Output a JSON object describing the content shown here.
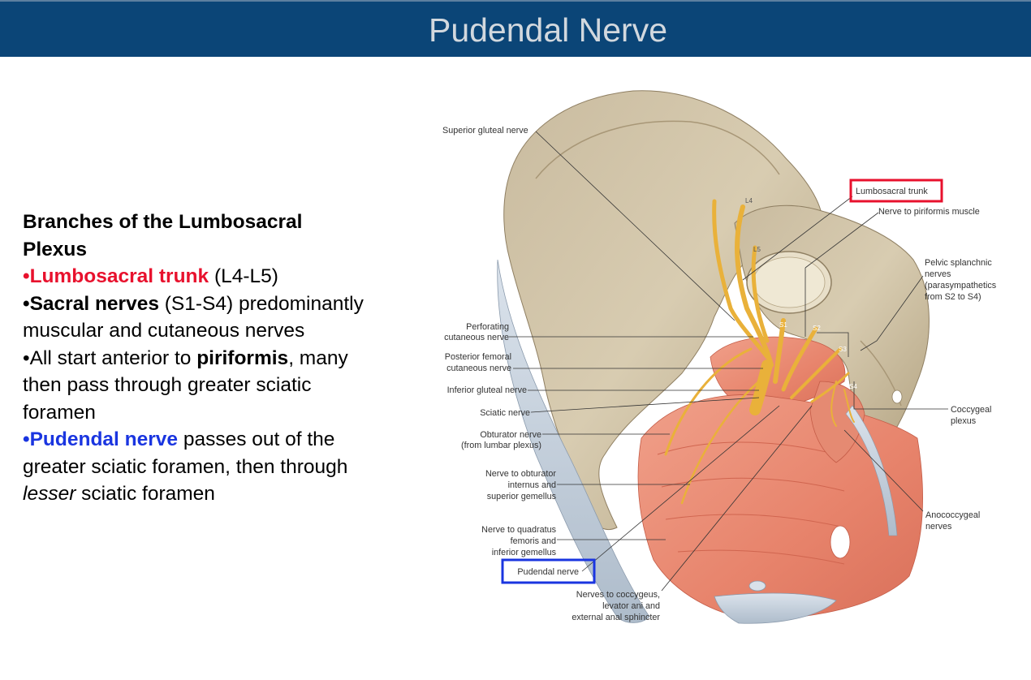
{
  "title": "Pudendal Nerve",
  "left_text": {
    "heading": "Branches of the Lumbosacral Plexus",
    "items": [
      {
        "bullet": "•",
        "emph": "Lumbosacral trunk",
        "rest": " (L4-L5)",
        "emph_color": "#e8112d"
      },
      {
        "bullet": "•",
        "emph": "Sacral nerves",
        "rest": " (S1-S4) predominantly muscular and cutaneous nerves",
        "emph_color": "#000000"
      },
      {
        "bullet": "•",
        "lead": "All start anterior to ",
        "emph": "piriformis",
        "rest": ", many then pass through greater sciatic foramen",
        "emph_color": "#000000"
      },
      {
        "bullet": "•",
        "emph": "Pudendal nerve",
        "rest_a": " passes out of the greater sciatic foramen, then through ",
        "rest_italic": "lesser",
        "rest_b": " sciatic foramen",
        "emph_color": "#1a35e0"
      }
    ]
  },
  "figure": {
    "labels": {
      "superior_gluteal": "Superior gluteal nerve",
      "lumbosacral_trunk": "Lumbosacral trunk",
      "nerve_piriformis": "Nerve to piriformis muscle",
      "pelvic_splanchnic": [
        "Pelvic splanchnic",
        "nerves",
        "(parasympathetics",
        "from S2 to S4)"
      ],
      "perforating": [
        "Perforating",
        "cutaneous nerve"
      ],
      "post_femoral": [
        "Posterior femoral",
        "cutaneous nerve"
      ],
      "inferior_gluteal": "Inferior gluteal nerve",
      "sciatic": "Sciatic nerve",
      "obturator": [
        "Obturator nerve",
        "(from lumbar plexus)"
      ],
      "obturator_internus": [
        "Nerve to obturator",
        "internus and",
        "superior gemellus"
      ],
      "quadratus": [
        "Nerve to quadratus",
        "femoris and",
        "inferior gemellus"
      ],
      "pudendal": "Pudendal nerve",
      "coccygeus": [
        "Nerves to coccygeus,",
        "levator ani and",
        "external anal sphincter"
      ],
      "coccygeal_plexus": [
        "Coccygeal",
        "plexus"
      ],
      "anococcygeal": [
        "Anococcygeal",
        "nerves"
      ],
      "segments": [
        "L4",
        "L5",
        "S1",
        "S2",
        "S3",
        "S4"
      ]
    },
    "highlight_colors": {
      "lumbosacral_trunk": "#e8112d",
      "pudendal": "#1a35e0"
    }
  }
}
